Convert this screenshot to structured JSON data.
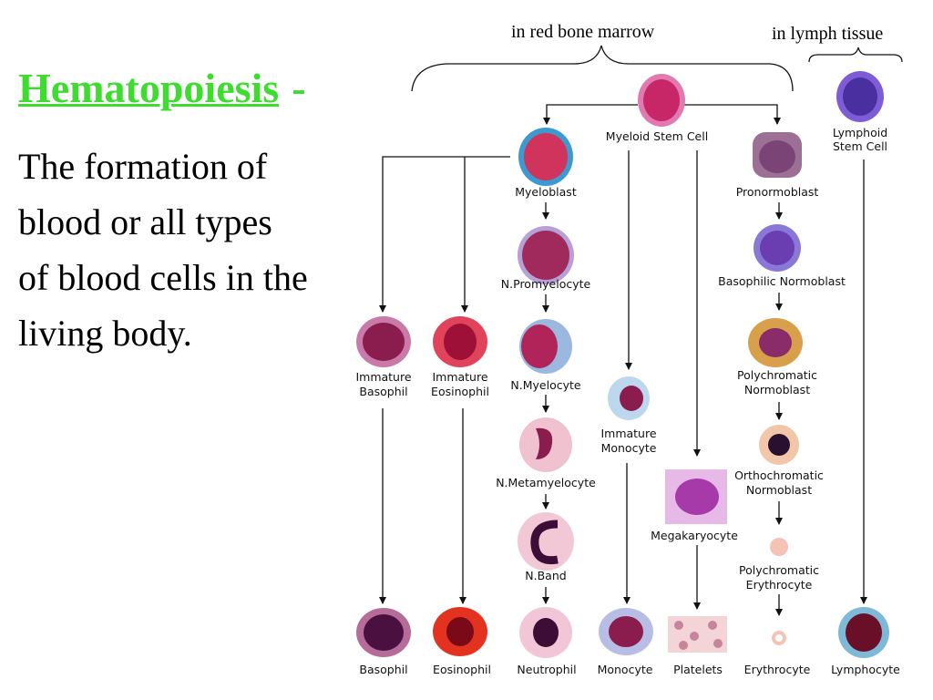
{
  "slide": {
    "title": "Hematopoiesis",
    "title_dash": "-",
    "definition_lines": [
      "The formation of",
      "blood or all types",
      "of blood cells in the",
      "living body."
    ]
  },
  "regions": {
    "marrow": "in red bone marrow",
    "lymph": "in lymph tissue"
  },
  "cells": {
    "myeloid_stem": "Myeloid Stem Cell",
    "lymphoid_stem_1": "Lymphoid",
    "lymphoid_stem_2": "Stem Cell",
    "myeloblast": "Myeloblast",
    "pronormoblast": "Pronormoblast",
    "promyelocyte": "N.Promyelocyte",
    "basophilic_normoblast": "Basophilic Normoblast",
    "immature_basophil_1": "Immature",
    "immature_basophil_2": "Basophil",
    "immature_eosinophil_1": "Immature",
    "immature_eosinophil_2": "Eosinophil",
    "myelocyte": "N.Myelocyte",
    "polychromatic_normoblast_1": "Polychromatic",
    "polychromatic_normoblast_2": "Normoblast",
    "immature_monocyte_1": "Immature",
    "immature_monocyte_2": "Monocyte",
    "metamyelocyte": "N.Metamyelocyte",
    "orthochromatic_normoblast_1": "Orthochromatic",
    "orthochromatic_normoblast_2": "Normoblast",
    "megakaryocyte": "Megakaryocyte",
    "band": "N.Band",
    "polychromatic_erythrocyte_1": "Polychromatic",
    "polychromatic_erythrocyte_2": "Erythrocyte",
    "basophil": "Basophil",
    "eosinophil": "Eosinophil",
    "neutrophil": "Neutrophil",
    "monocyte": "Monocyte",
    "platelets": "Platelets",
    "erythrocyte": "Erythrocyte",
    "lymphocyte": "Lymphocyte"
  },
  "colors": {
    "title_green": "#3ddc2f",
    "stain_pink": "#c2185b",
    "stain_purple": "#5b3fb8",
    "stain_red": "#d02020"
  }
}
